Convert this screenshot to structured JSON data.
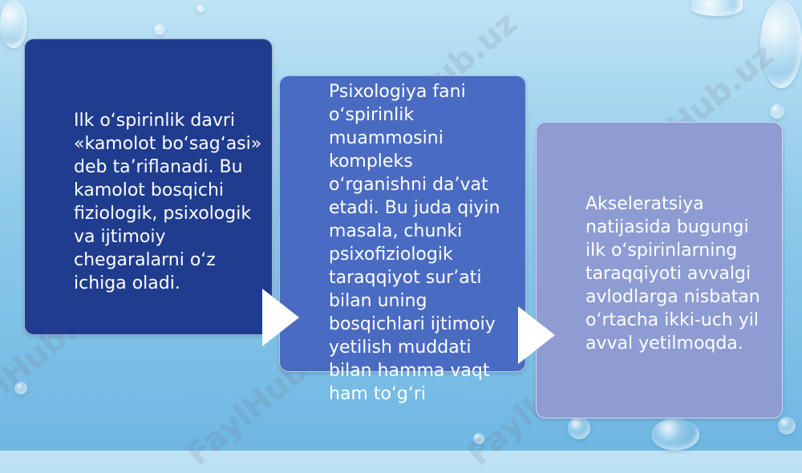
{
  "slide": {
    "boxes": [
      {
        "text": "Ilk o‘spirinlik davri «kamolot bo‘sag‘asi» deb ta’riflanadi. Bu kamolot bosqichi fiziologik, psixologik va ijtimoiy chegaralarni o‘z ichiga oladi.",
        "color": "#1f3c8f"
      },
      {
        "text": "Psixologiya fani o‘spirinlik muammosini kompleks o‘rganishni da’vat etadi. Bu juda qiyin masala, chunki psixofiziologik taraqqiyot sur’ati bilan uning bosqichlari ijtimoiy yetilish muddati bilan hamma vaqt ham to‘g‘ri",
        "color": "#4a6bc2"
      },
      {
        "text": "Akseleratsiya natijasida bugungi ilk o‘spirinlarning taraqqiyoti avvalgi avlodlarga nisbatan o‘rtacha ikki-uch yil avval yetilmoqda.",
        "color": "#8e9cd3"
      }
    ],
    "watermark": "FaylHub.uz"
  }
}
